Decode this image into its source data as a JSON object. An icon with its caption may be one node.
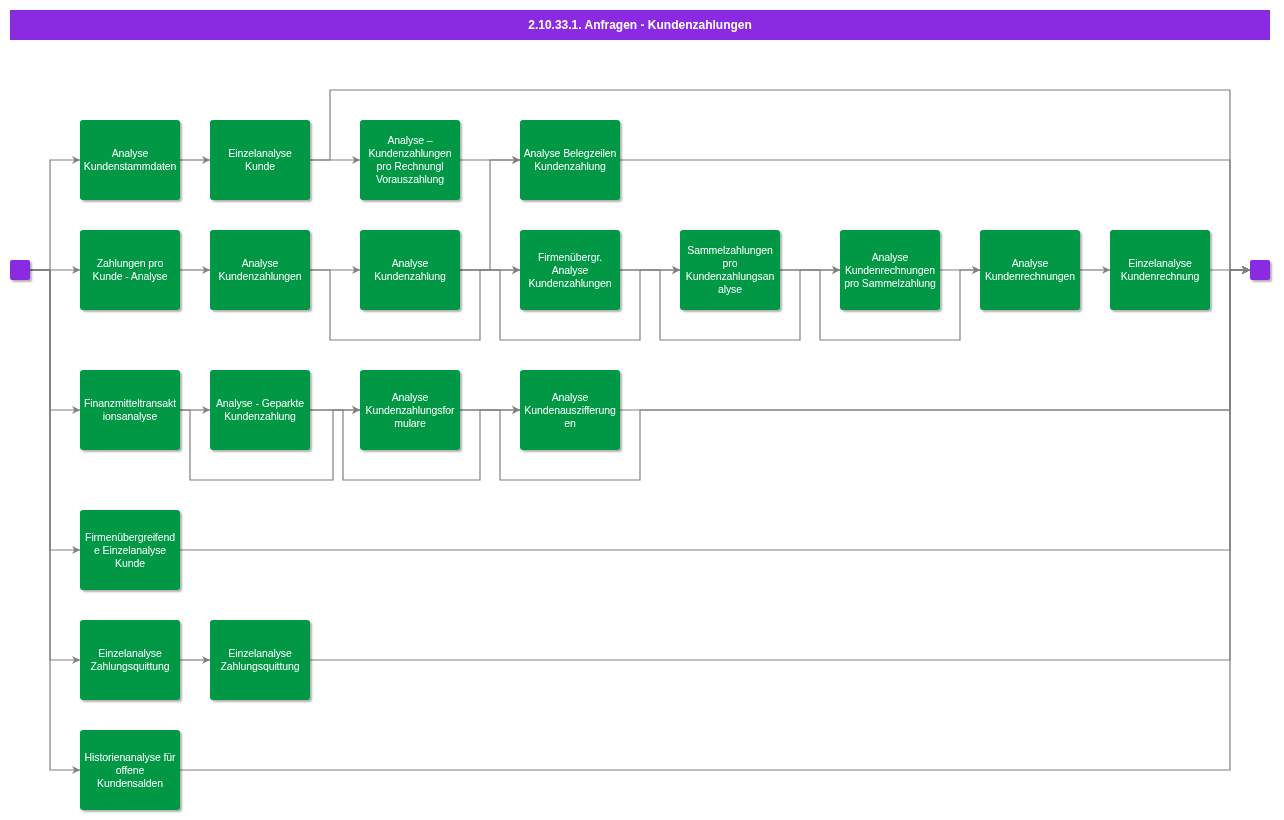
{
  "diagram": {
    "title": "2.10.33.1. Anfragen - Kundenzahlungen",
    "nodes": [
      {
        "text": [],
        "shape": "box"
      },
      {
        "text": [
          "Analyse Kundenstammdaten"
        ]
      },
      {
        "text": [
          "Einzelanalyse Kunde"
        ]
      },
      {
        "text": [
          "Analyse – Kundenzahlungen pro Rechnungl Vorauszahlung"
        ]
      },
      {
        "text": [
          "Analyse Belegzeilen Kundenzahlung"
        ]
      },
      {
        "text": [
          "Zahlungen pro Kunde - Analyse"
        ]
      },
      {
        "text": [
          "Analyse Kundenzahlungen"
        ]
      },
      {
        "text": [
          "Analyse Kundenzahlung"
        ]
      },
      {
        "text": [
          "Firmenübergr. Analyse Kundenzahlungen"
        ]
      },
      {
        "text": [
          "Sammelzahlungen pro Kundenzahlungsanalyse"
        ]
      },
      {
        "text": [
          "Analyse Kundenrechnungen pro Sammelzahlung"
        ]
      },
      {
        "text": [
          "Analyse Kundenrechnungen"
        ]
      },
      {
        "text": [
          "Einzelanalyse Kundenrechnung"
        ]
      },
      {
        "text": [],
        "shape": "box"
      },
      {
        "text": [
          "Finanzmitteltransaktionsanalyse"
        ]
      },
      {
        "text": [
          "Analyse - Geparkte Kundenzahlung"
        ]
      },
      {
        "text": [
          "Analyse Kundenzahlungsformulare"
        ]
      },
      {
        "text": [
          "Analyse Kundenauszifferungen"
        ]
      },
      {
        "text": [
          "Firmenübergreifende Einzelanalyse Kunde"
        ]
      },
      {
        "text": [
          "Einzelanalyse Zahlungsquittung"
        ]
      },
      {
        "text": [
          "Einzelanalyse Zahlungsquittung"
        ]
      },
      {
        "text": [
          "Historienanalyse für offene Kundensalden"
        ]
      }
    ],
    "edges": [
      {
        "from": 0,
        "to": 1,
        "arrow": "to"
      },
      {
        "from": 0,
        "to": 5,
        "arrow": "to"
      },
      {
        "from": 0,
        "to": 14,
        "arrow": "to"
      },
      {
        "from": 0,
        "to": 18,
        "arrow": "to"
      },
      {
        "from": 0,
        "to": 19,
        "arrow": "to"
      },
      {
        "from": 0,
        "to": 21,
        "arrow": "to"
      },
      {
        "from": 1,
        "to": 2,
        "arrow": "to"
      },
      {
        "from": 2,
        "to": 3,
        "arrow": "to"
      },
      {
        "from": 2,
        "to": 13,
        "arrow": "to"
      },
      {
        "from": 3,
        "to": 4,
        "arrow": "to"
      },
      {
        "from": 4,
        "to": 13,
        "arrow": "to"
      },
      {
        "from": 5,
        "to": 6,
        "arrow": "to"
      },
      {
        "from": 6,
        "to": 7,
        "arrow": "to"
      },
      {
        "from": 6,
        "to": 8,
        "arrow": "to"
      },
      {
        "from": 7,
        "to": 8,
        "arrow": "to"
      },
      {
        "from": 7,
        "to": 4,
        "arrow": "to"
      },
      {
        "from": 7,
        "to": 9,
        "arrow": "to"
      },
      {
        "from": 8,
        "to": 9,
        "arrow": "to"
      },
      {
        "from": 8,
        "to": 10,
        "arrow": "to"
      },
      {
        "from": 9,
        "to": 10,
        "arrow": "to"
      },
      {
        "from": 9,
        "to": 11,
        "arrow": "to"
      },
      {
        "from": 10,
        "to": 11,
        "arrow": "to"
      },
      {
        "from": 11,
        "to": 12,
        "arrow": "to"
      },
      {
        "from": 12,
        "to": 13,
        "arrow": "to"
      },
      {
        "from": 14,
        "to": 15,
        "arrow": "to"
      },
      {
        "from": 14,
        "to": 16,
        "arrow": "to"
      },
      {
        "from": 15,
        "to": 16,
        "arrow": "to"
      },
      {
        "from": 15,
        "to": 17,
        "arrow": "to"
      },
      {
        "from": 16,
        "to": 17,
        "arrow": "to"
      },
      {
        "from": 16,
        "to": 13,
        "arrow": "to"
      },
      {
        "from": 17,
        "to": 13,
        "arrow": "to"
      },
      {
        "from": 18,
        "to": 13,
        "arrow": "to"
      },
      {
        "from": 19,
        "to": 20,
        "arrow": "to"
      },
      {
        "from": 20,
        "to": 13,
        "arrow": "to"
      },
      {
        "from": 21,
        "to": 13,
        "arrow": "to"
      }
    ]
  }
}
